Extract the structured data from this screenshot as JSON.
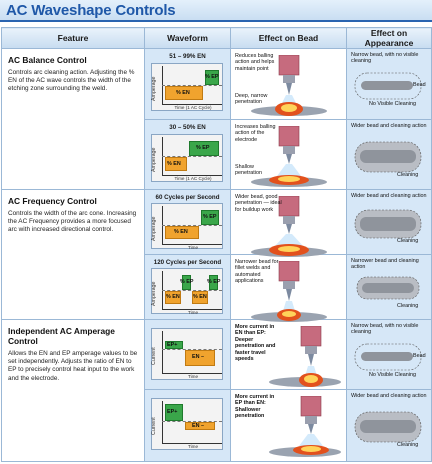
{
  "title": "AC Waveshape Controls",
  "headers": {
    "feature": "Feature",
    "waveform": "Waveform",
    "effect_bead": "Effect on Bead",
    "effect_appearance": "Effect on Appearance"
  },
  "features": [
    {
      "name": "AC Balance Control",
      "desc": "Controls arc cleaning action. Adjusting the % EN of the AC wave controls the width of the etching zone surrounding the weld."
    },
    {
      "name": "AC Frequency Control",
      "desc": "Controls the width of the arc cone. Increasing the AC Frequency provides a more focused arc with increased directional control."
    },
    {
      "name": "Independent AC Amperage Control",
      "desc": "Allows the EN and EP amperage values to be set independently. Adjusts the ratio of EN to EP to precisely control heat input to the work and the electrode."
    }
  ],
  "waveforms": [
    {
      "title": "51 – 99% EN",
      "ylabel": "Amperage",
      "xlabel": "Time (1 AC Cycle)",
      "ep_label": "% EP",
      "en_label": "% EN"
    },
    {
      "title": "30 – 50% EN",
      "ylabel": "Amperage",
      "xlabel": "Time (1 AC Cycle)",
      "ep_label": "% EP",
      "en_label": "% EN"
    },
    {
      "title": "60 Cycles per Second",
      "ylabel": "Amperage",
      "xlabel": "Time",
      "ep_label": "% EP",
      "en_label": "% EN"
    },
    {
      "title": "120 Cycles per Second",
      "ylabel": "Amperage",
      "xlabel": "Time",
      "ep_label": "% EP",
      "en_label": "% EN"
    },
    {
      "title": "",
      "ylabel": "Current",
      "xlabel": "Time",
      "ep_label": "EP+",
      "en_label": "EN –"
    },
    {
      "title": "",
      "ylabel": "Current",
      "xlabel": "Time",
      "ep_label": "EP+",
      "en_label": "EN –"
    }
  ],
  "bead_effects": [
    {
      "top": "Reduces balling action and helps maintain point",
      "bottom": "Deep, narrow penetration"
    },
    {
      "top": "Increases balling action of the electrode",
      "bottom": "Shallow penetration"
    },
    {
      "top": "Wider bead, good penetration — ideal for buildup work",
      "bottom": ""
    },
    {
      "top": "Narrower bead for fillet welds and automated applications",
      "bottom": ""
    },
    {
      "top": "More current in EN than EP: Deeper penetration and faster travel speeds",
      "bottom": ""
    },
    {
      "top": "More current in EP than EN: Shallower penetration",
      "bottom": ""
    }
  ],
  "appearance": [
    {
      "top": "Narrow bead, with no visible cleaning",
      "label1": "Bead",
      "label2": "No Visible Cleaning"
    },
    {
      "top": "Wider bead and cleaning action",
      "label1": "",
      "label2": "Cleaning"
    },
    {
      "top": "Wider bead and cleaning action",
      "label1": "",
      "label2": "Cleaning"
    },
    {
      "top": "Narrower bead and cleaning action",
      "label1": "",
      "label2": "Cleaning"
    },
    {
      "top": "Narrow bead, with no visible cleaning",
      "label1": "Bead",
      "label2": "No Visible Cleaning"
    },
    {
      "top": "Wider bead and cleaning action",
      "label1": "",
      "label2": "Cleaning"
    }
  ],
  "colors": {
    "accent": "#1f58a8",
    "ep": "#3aa64a",
    "en": "#f0a32e",
    "cell": "#d6e7f7",
    "header": "#c7dcf0"
  }
}
